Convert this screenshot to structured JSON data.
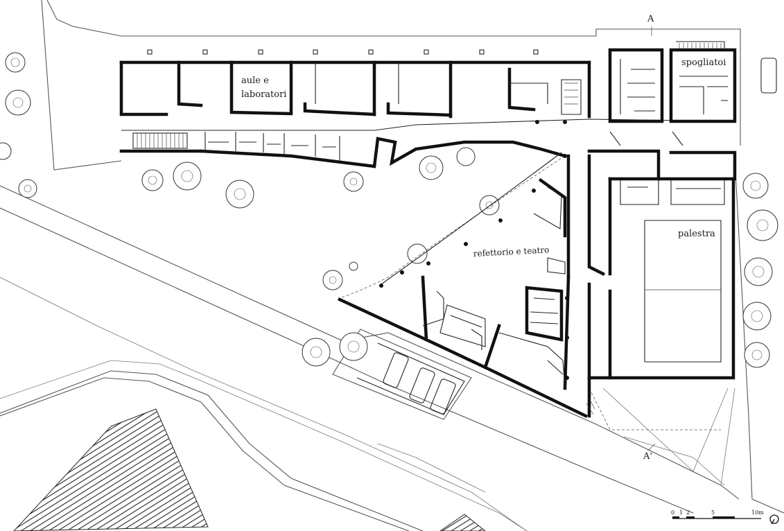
{
  "plan": {
    "section_top": "A",
    "section_bottom": "A'",
    "rooms": {
      "classrooms": "aule e",
      "classrooms_line2": "laboratori",
      "changing_rooms": "spogliatoi",
      "refectory": "refettorio e teatro",
      "gym": "palestra"
    },
    "scale_bar": {
      "ticks": [
        "0",
        "1",
        "2",
        "5",
        "10m"
      ]
    },
    "north_icon": "north-arrow-icon",
    "colors": {
      "walls": "#111111",
      "lines": "#555555",
      "hatch": "#222222",
      "background": "#ffffff"
    }
  }
}
